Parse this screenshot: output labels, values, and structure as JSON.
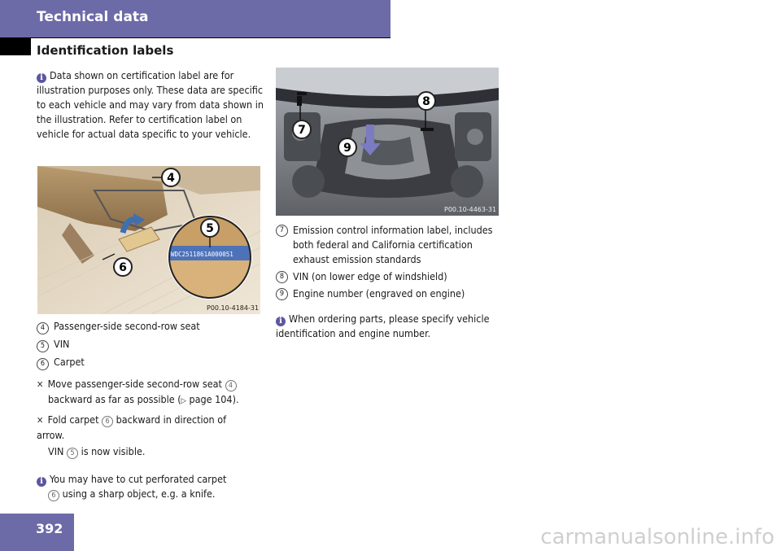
{
  "header": {
    "section_title": "Technical data",
    "subsection_title": "Identification labels"
  },
  "left_column": {
    "note_top": "Data shown on certification label are for illustration purposes only. These data are specific to each vehicle and may vary from data shown in the illustration. Refer to certification label on vehicle for actual data specific to your vehicle.",
    "figure1": {
      "code": "P00.10-4184-31",
      "callout_4": "4",
      "callout_5": "5",
      "callout_6": "6",
      "label_vin_text": "WDC2511861A000051"
    },
    "legend": [
      {
        "num": "4",
        "text": "Passenger-side second-row seat"
      },
      {
        "num": "5",
        "text": "VIN"
      },
      {
        "num": "6",
        "text": "Carpet"
      }
    ],
    "step1": {
      "before": "Move passenger-side second-row seat",
      "ref": "4",
      "line2": "backward as far as possible (",
      "arrow": "▷",
      "page": "page 104)."
    },
    "step2": {
      "before": "Fold carpet",
      "ref": "6",
      "after": "backward in direction of arrow."
    },
    "step2_result": {
      "before": "VIN",
      "ref": "5",
      "after": "is now visible."
    },
    "note_bottom": {
      "line1": "You may have to cut perforated carpet",
      "ref": "6",
      "line2": "using a sharp object, e.g. a knife."
    }
  },
  "right_column": {
    "figure2": {
      "code": "P00.10-4463-31",
      "callout_7": "7",
      "callout_8": "8",
      "callout_9": "9"
    },
    "legend": [
      {
        "num": "7",
        "text": "Emission control information label, includes both federal and California certification exhaust emission standards"
      },
      {
        "num": "8",
        "text": "VIN (on lower edge of windshield)"
      },
      {
        "num": "9",
        "text": "Engine number (engraved on engine)"
      }
    ],
    "note": "When ordering parts, please specify vehicle identification and engine number."
  },
  "footer": {
    "page_number": "392",
    "watermark": "carmanualsonline.info"
  },
  "colors": {
    "header_bg": "#6d6aa8",
    "info_icon": "#5b57a0"
  }
}
